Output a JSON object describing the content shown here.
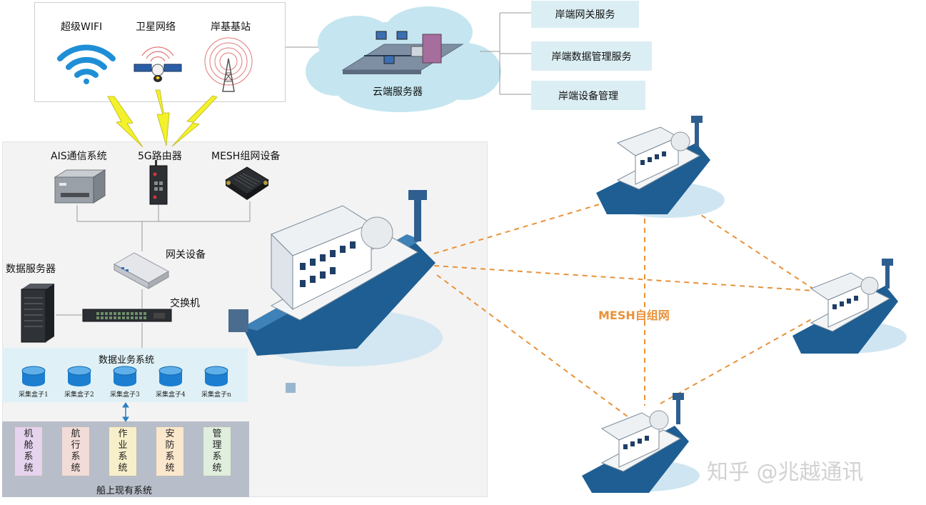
{
  "top_panel": {
    "wifi_label": "超级WIFI",
    "satellite_label": "卫星网络",
    "base_station_label": "岸基基站"
  },
  "cloud": {
    "label": "云端服务器"
  },
  "shore_services": [
    "岸端网关服务",
    "岸端数据管理服务",
    "岸端设备管理"
  ],
  "ship_panel": {
    "ais_label": "AIS通信系统",
    "router_label": "5G路由器",
    "mesh_device_label": "MESH组网设备",
    "gateway_label": "网关设备",
    "data_server_label": "数据服务器",
    "switch_label": "交换机"
  },
  "data_business": {
    "title": "数据业务系统",
    "boxes": [
      "采集盒子1",
      "采集盒子2",
      "采集盒子3",
      "采集盒子4",
      "采集盒子n"
    ]
  },
  "existing_systems": {
    "title": "船上现有系统",
    "items": [
      {
        "chars": [
          "机",
          "舱",
          "系",
          "统"
        ],
        "color": "#e6d3ee"
      },
      {
        "chars": [
          "航",
          "行",
          "系",
          "统"
        ],
        "color": "#f2dcd8"
      },
      {
        "chars": [
          "作",
          "业",
          "系",
          "统"
        ],
        "color": "#f7efc9"
      },
      {
        "chars": [
          "安",
          "防",
          "系",
          "统"
        ],
        "color": "#fbe7cc"
      },
      {
        "chars": [
          "管",
          "理",
          "系",
          "统"
        ],
        "color": "#dfeedd"
      }
    ]
  },
  "mesh": {
    "label": "MESH自组网",
    "color": "#e8923a"
  },
  "watermark": "知乎 @兆越通讯",
  "colors": {
    "lightning": "#f3f12a",
    "cyl_blue": "#1b7ed0",
    "ship_hull": "#1e5e93",
    "service_bg": "#dbeef3"
  }
}
